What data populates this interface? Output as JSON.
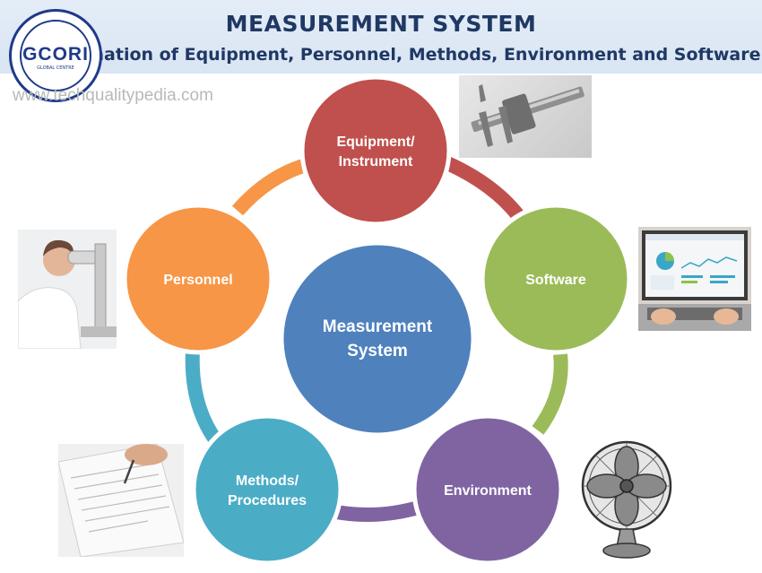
{
  "header": {
    "title": "MEASUREMENT SYSTEM",
    "subtitle": "ination of Equipment, Personnel, Methods, Environment and Software"
  },
  "watermark": "www.techqualitypedia.com",
  "logo": {
    "text": "GCORI",
    "ring_text": "GLOBAL CENTRE"
  },
  "center": {
    "line1": "Measurement",
    "line2": "System",
    "color": "#4f81bd"
  },
  "nodes": [
    {
      "key": "equipment",
      "line1": "Equipment/",
      "line2": "Instrument",
      "color": "#c0504d"
    },
    {
      "key": "software",
      "line1": "Software",
      "line2": "",
      "color": "#9bbb59"
    },
    {
      "key": "environment",
      "line1": "Environment",
      "line2": "",
      "color": "#8064a2"
    },
    {
      "key": "methods",
      "line1": "Methods/",
      "line2": "Procedures",
      "color": "#4bacc6"
    },
    {
      "key": "personnel",
      "line1": "Personnel",
      "line2": "",
      "color": "#f79646"
    }
  ],
  "images": [
    {
      "name": "caliper-photo"
    },
    {
      "name": "laptop-photo"
    },
    {
      "name": "fan-illustration"
    },
    {
      "name": "signing-photo"
    },
    {
      "name": "microscope-photo"
    }
  ]
}
